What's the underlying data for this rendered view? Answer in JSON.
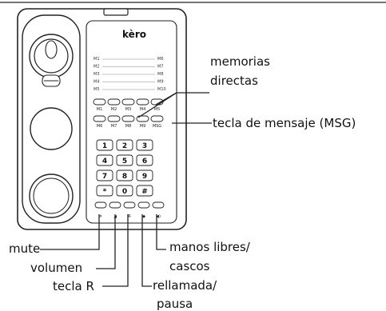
{
  "phone": {
    "brand": "kèro",
    "memory_rows_left": [
      "M1",
      "M2",
      "M3",
      "M4",
      "M5"
    ],
    "memory_rows_right": [
      "M6",
      "M7",
      "M8",
      "M9",
      "M10"
    ],
    "memory_keys_top": [
      "M1",
      "M2",
      "M3",
      "M4",
      "M5"
    ],
    "memory_keys_bottom": [
      "M6",
      "M7",
      "M8",
      "M9",
      "MSG"
    ],
    "keypad": [
      "1",
      "2",
      "3",
      "4",
      "5",
      "6",
      "7",
      "8",
      "9",
      "*",
      "0",
      "#"
    ],
    "function_key_glyphs": [
      "✕",
      "◢",
      "R",
      "◆",
      "◀)"
    ]
  },
  "callouts": {
    "memorias_line1": "memorias",
    "memorias_line2": "directas",
    "tecla_mensaje": "tecla de mensaje (MSG)",
    "manos_line1": "manos libres/",
    "manos_line2": "cascos",
    "mute": "mute",
    "volumen": "volumen",
    "tecla_r": "tecla R",
    "rellamada_line1": "rellamada/",
    "rellamada_line2": "pausa"
  }
}
